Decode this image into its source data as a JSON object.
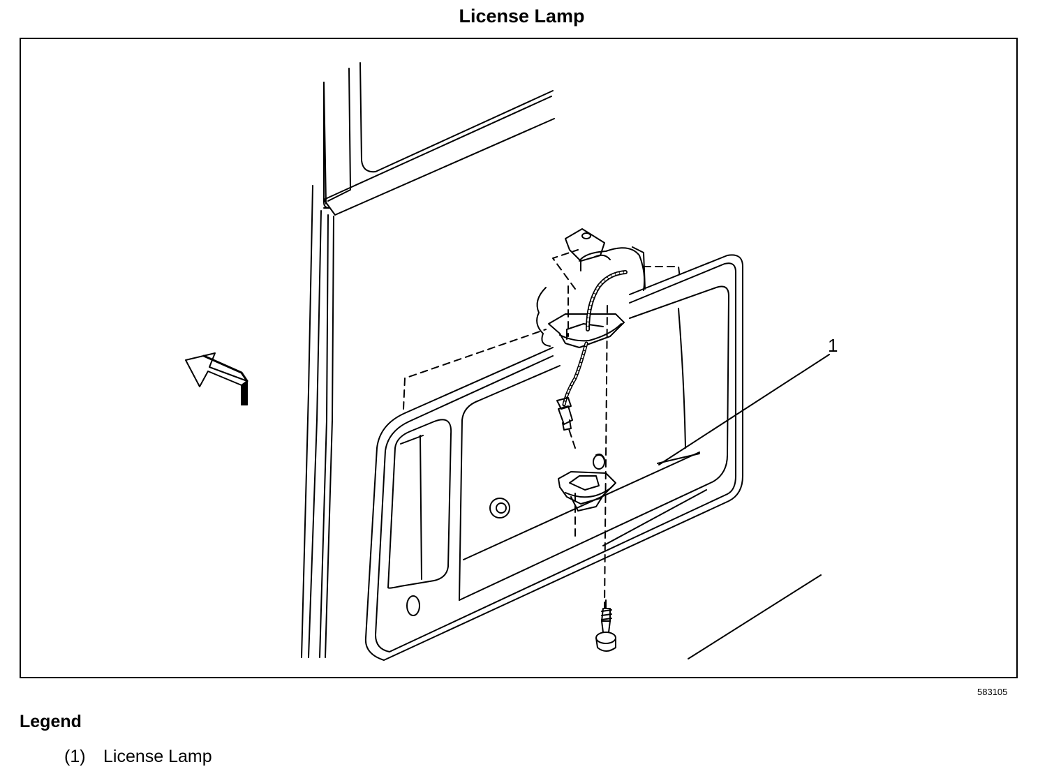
{
  "title": "License Lamp",
  "figure_id": "583105",
  "callouts": [
    {
      "label": "1"
    }
  ],
  "legend": {
    "title": "Legend",
    "items": [
      {
        "number": "(1)",
        "label": "License Lamp"
      }
    ]
  }
}
